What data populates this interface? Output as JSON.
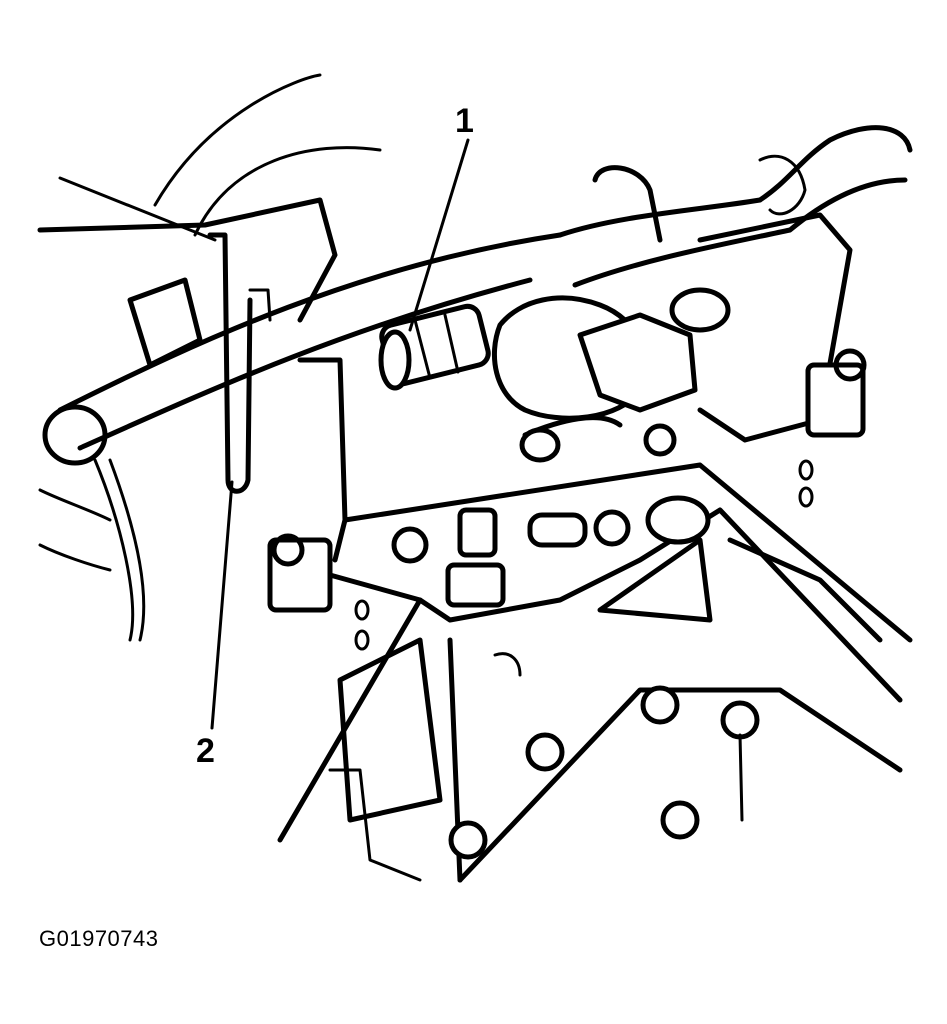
{
  "callouts": [
    {
      "number": "1"
    },
    {
      "number": "2"
    }
  ],
  "figure_code": "G01970743",
  "colors": {
    "line": "#000000",
    "background": "#ffffff"
  }
}
